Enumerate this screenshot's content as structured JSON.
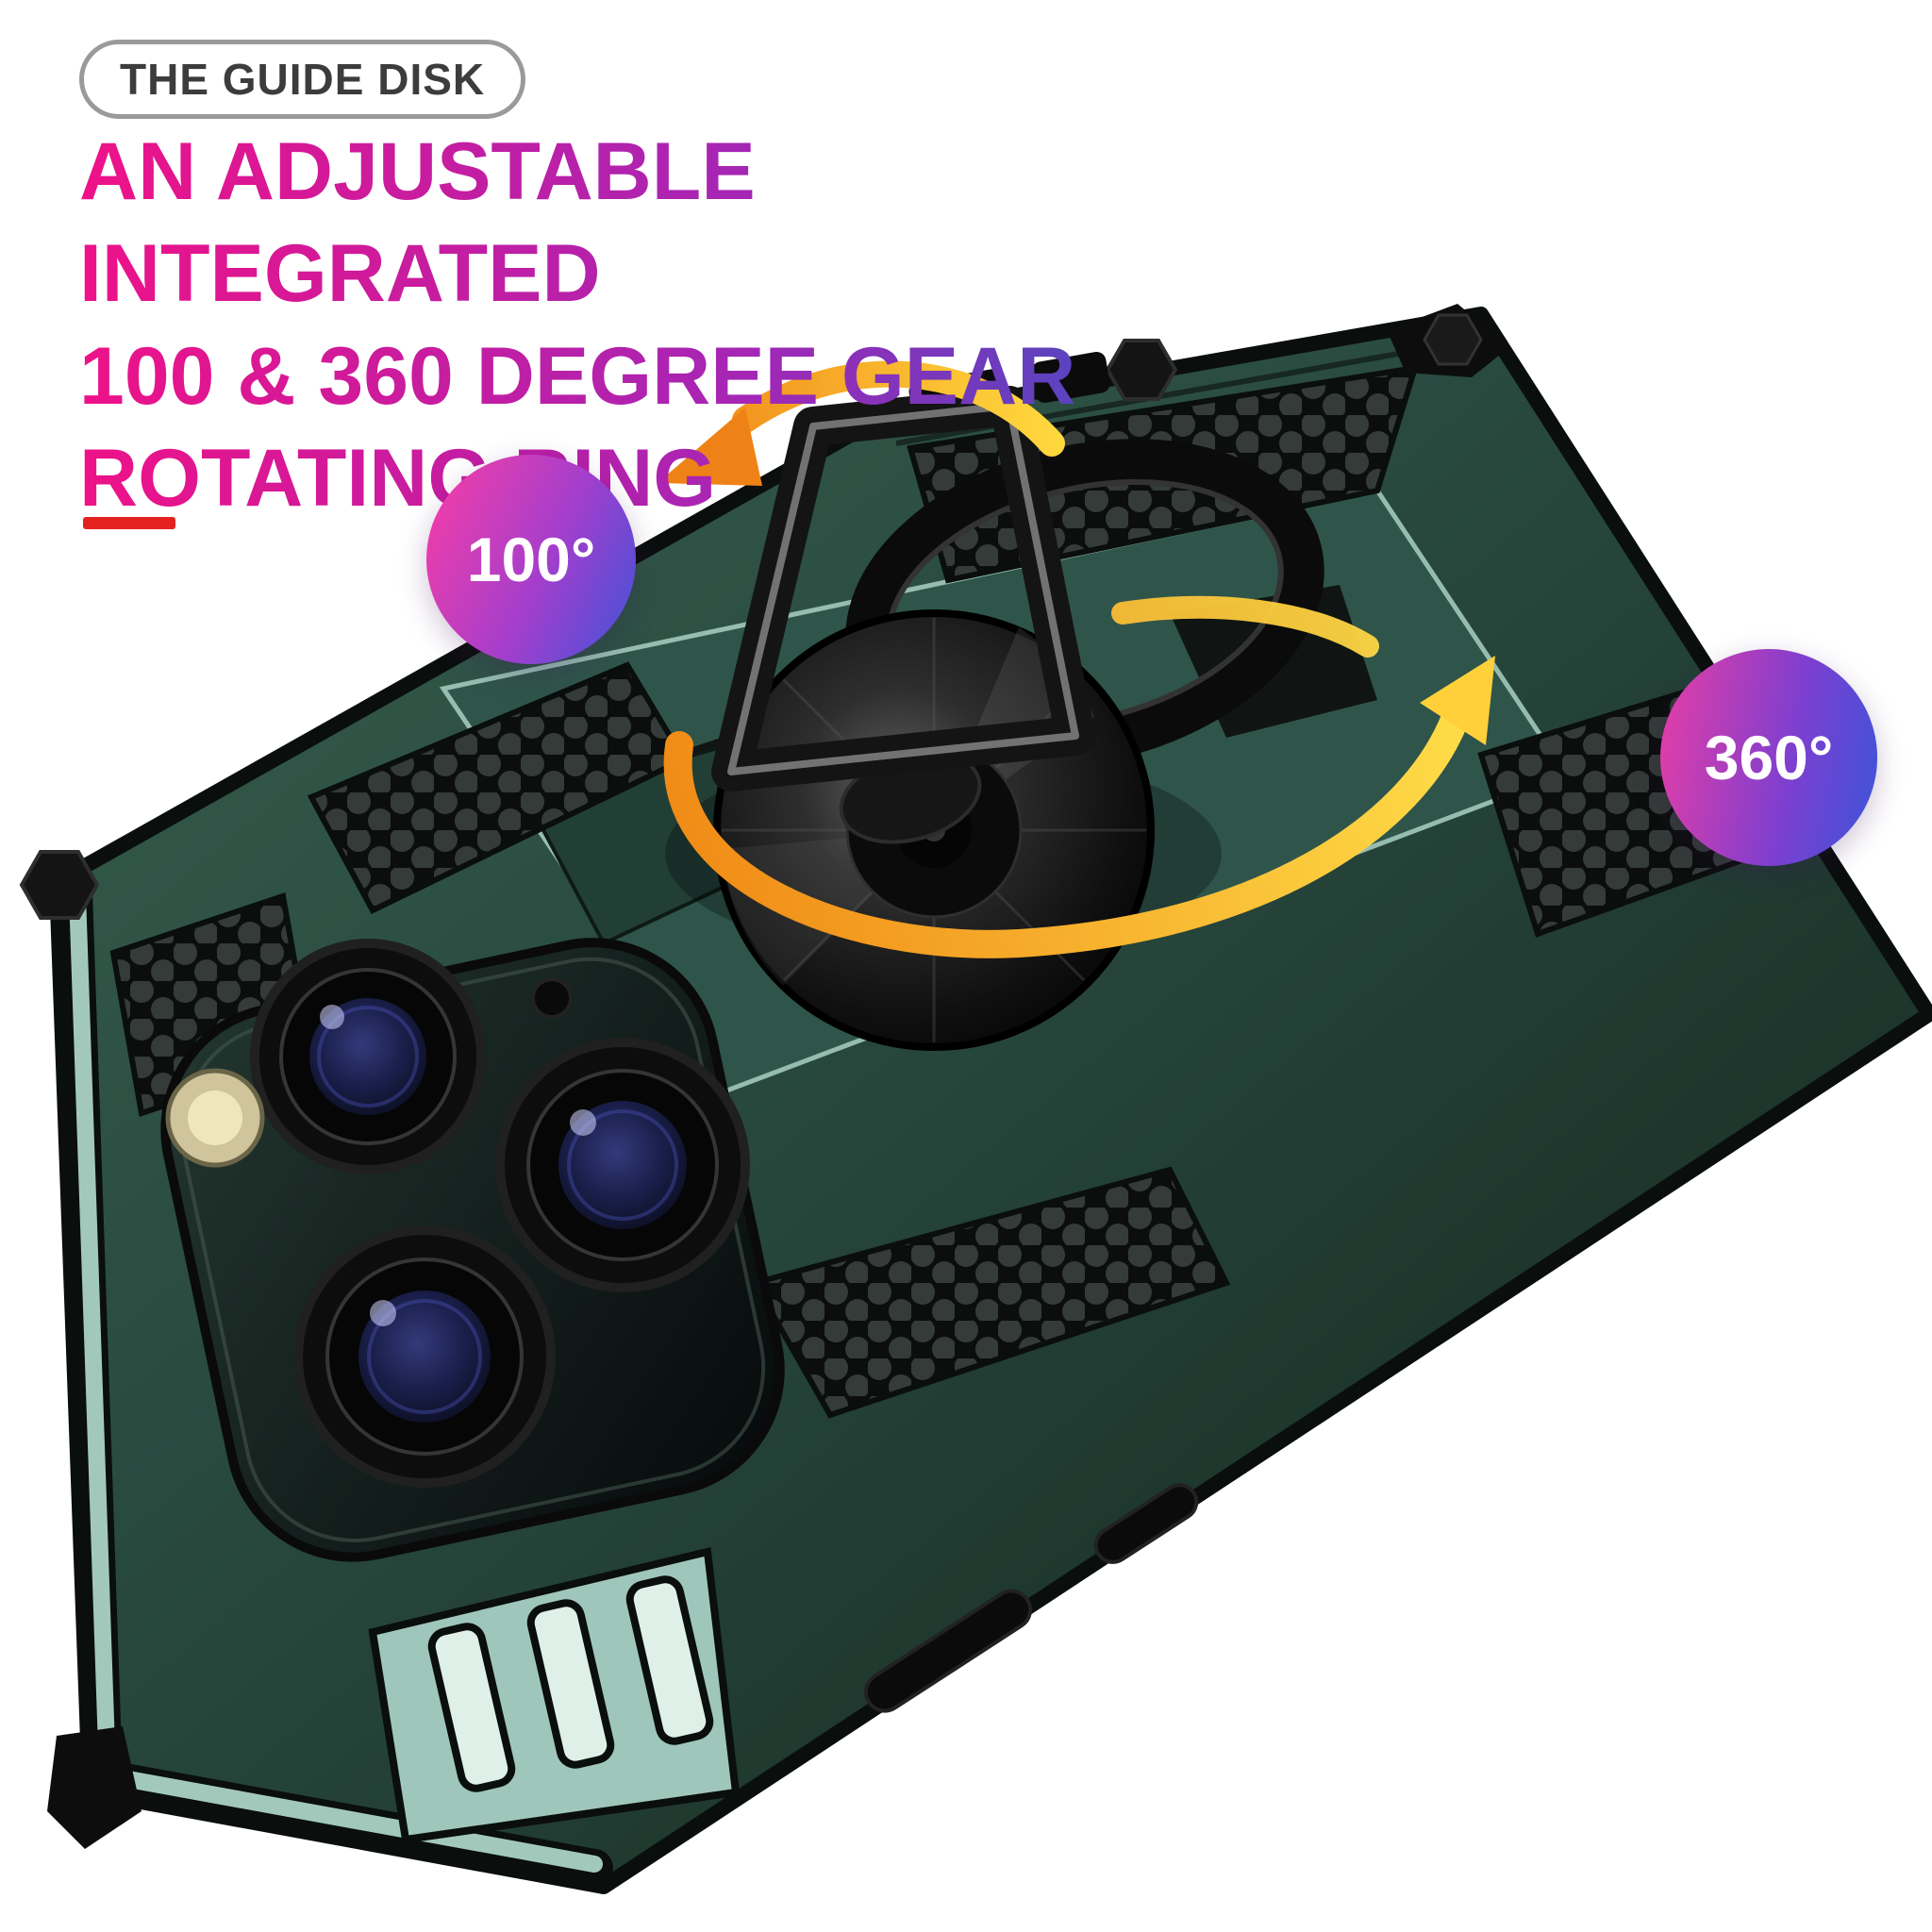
{
  "banner": {
    "badge_label": "THE GUIDE DISK",
    "headline_lines": [
      "AN ADJUSTABLE INTEGRATED",
      "100 & 360 DEGREE GEAR",
      "ROTATING RING"
    ],
    "angle_badges": {
      "small": "100°",
      "full": "360°"
    },
    "colors": {
      "headline_gradient_start": "#ee1288",
      "headline_gradient_mid": "#a526b5",
      "headline_gradient_end": "#2b56c6",
      "underline_red": "#e42320",
      "pill_border_gray": "#9a9a9a",
      "pill_text_gray": "#3c3c3c",
      "case_green": "#2c5247",
      "case_green_dark": "#132219",
      "case_rim_mint": "#a2c8bc",
      "ring_black": "#0b0b0b",
      "arrow_orange": "#f08a16",
      "arrow_yellow": "#ffd93e",
      "degree_badge_pink": "#f43da8",
      "degree_badge_blue": "#3f53d9"
    }
  }
}
